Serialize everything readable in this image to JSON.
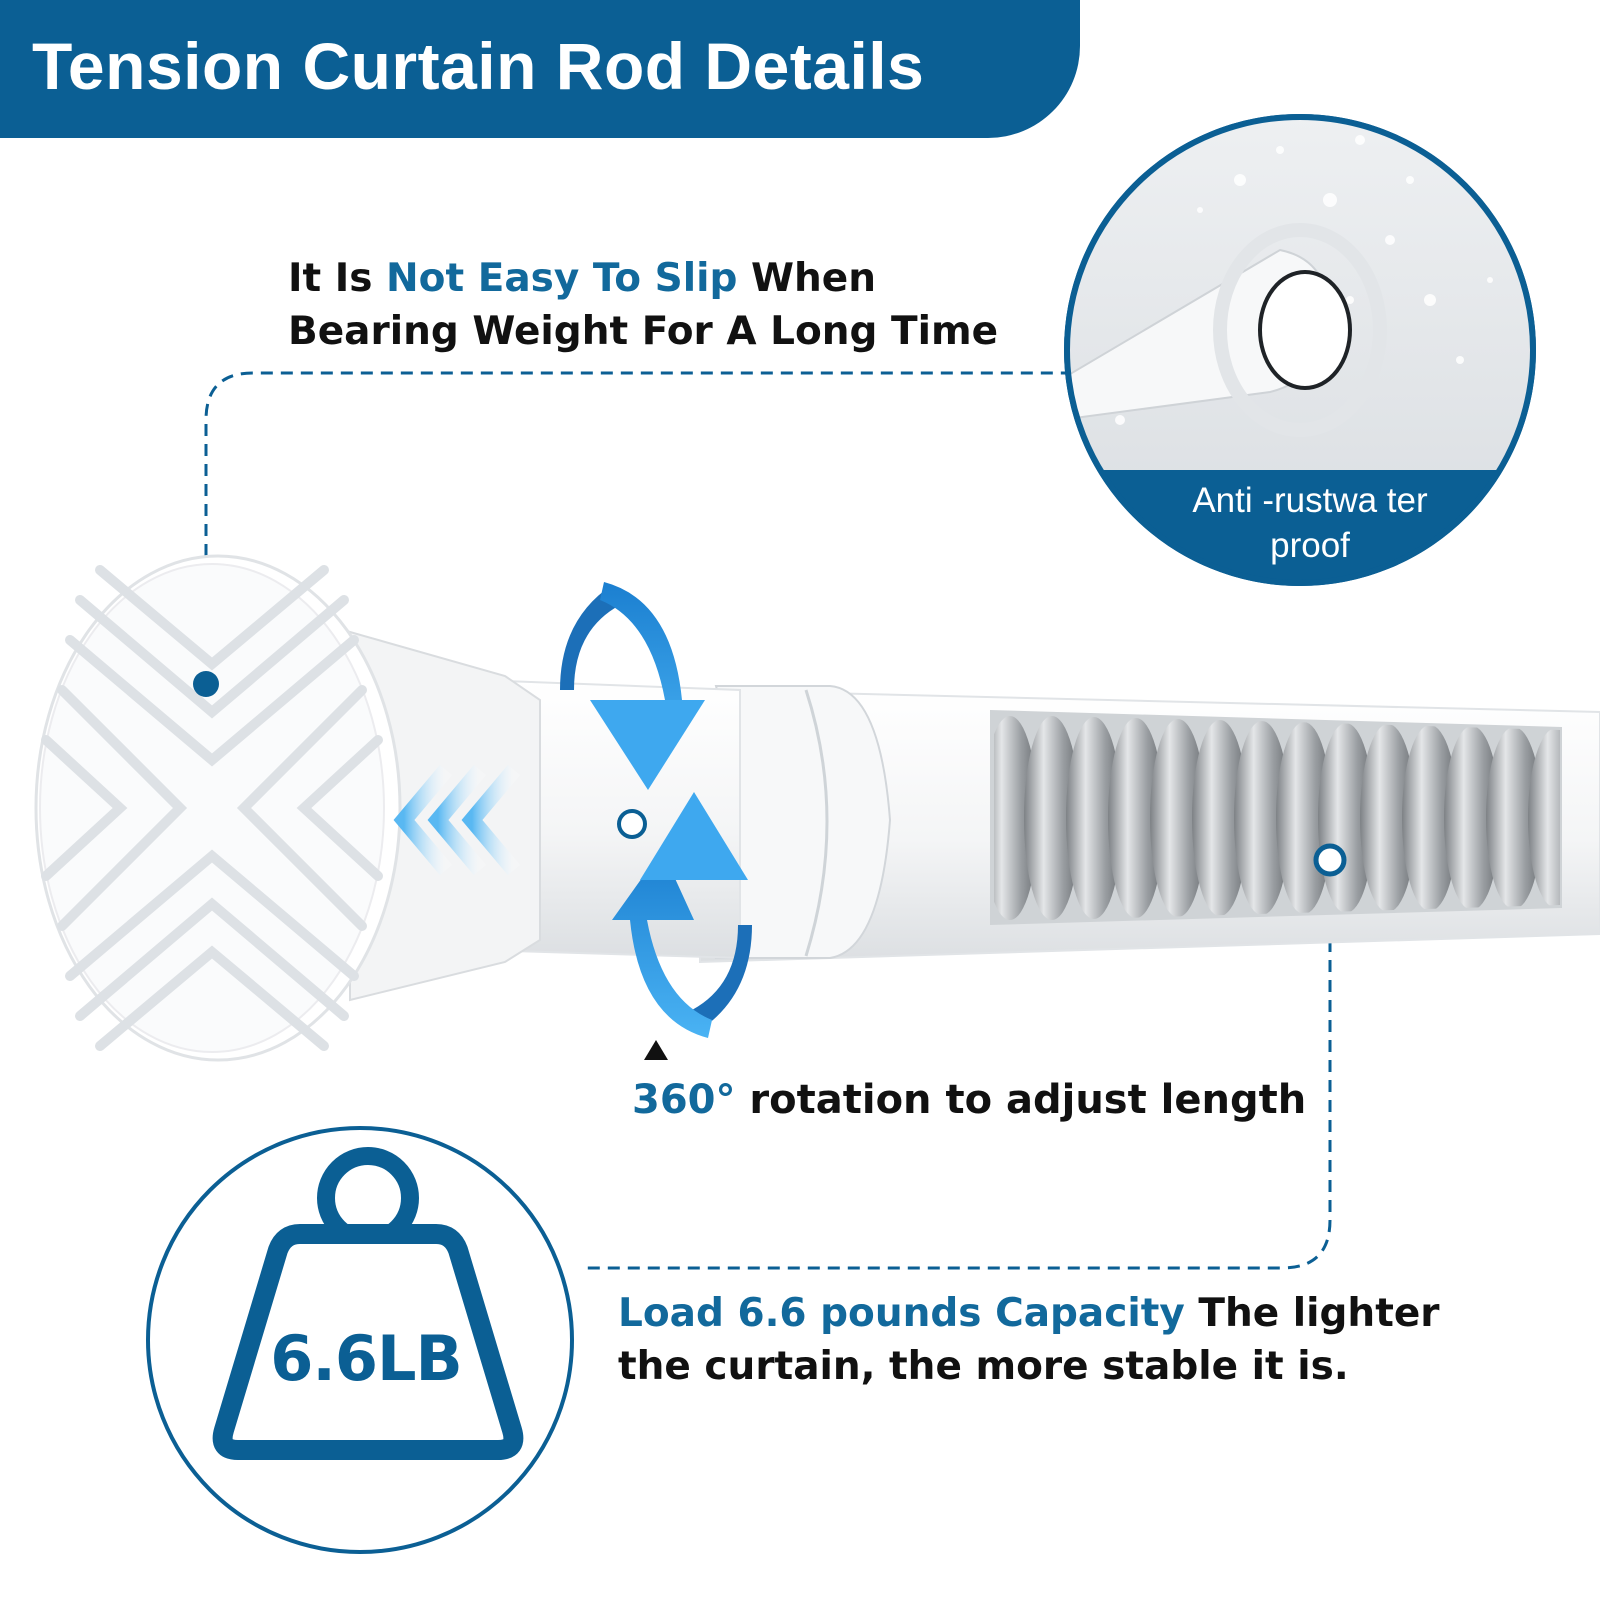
{
  "header": {
    "title": "Tension Curtain Rod Details"
  },
  "features": {
    "slip": {
      "pre": "It Is ",
      "highlight": "Not Easy To Slip",
      "post": " When Bearing Weight For A Long Time"
    },
    "rotation": {
      "highlight": "360°",
      "post": " rotation to adjust length"
    },
    "load": {
      "highlight": "Load 6.6 pounds Capacity",
      "post": " The lighter the curtain, the more stable it is."
    }
  },
  "inset": {
    "label": "Anti -rustwa ter proof"
  },
  "weight_badge": {
    "value": "6.6LB"
  },
  "colors": {
    "brand": "#0b5f94",
    "highlight": "#12699c",
    "arrow": "#2b9be6"
  }
}
